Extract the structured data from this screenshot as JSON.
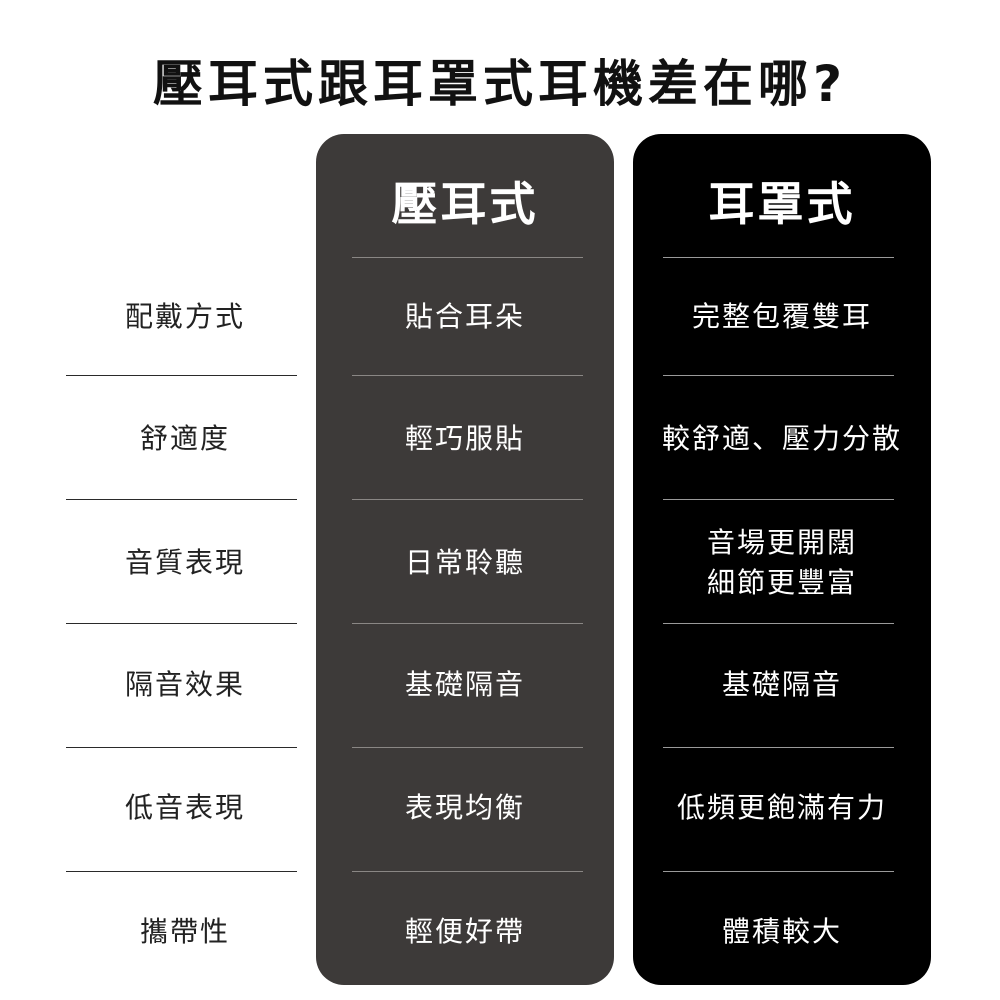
{
  "title": "壓耳式跟耳罩式耳機差在哪?",
  "columns": {
    "on_ear": "壓耳式",
    "over_ear": "耳罩式"
  },
  "rows": [
    {
      "label": "配戴方式",
      "on_ear": "貼合耳朵",
      "over_ear": "完整包覆雙耳"
    },
    {
      "label": "舒適度",
      "on_ear": "輕巧服貼",
      "over_ear": "較舒適、壓力分散"
    },
    {
      "label": "音質表現",
      "on_ear": "日常聆聽",
      "over_ear": "音場更開闊\n細節更豐富"
    },
    {
      "label": "隔音效果",
      "on_ear": "基礎隔音",
      "over_ear": "基礎隔音"
    },
    {
      "label": "低音表現",
      "on_ear": "表現均衡",
      "over_ear": "低頻更飽滿有力"
    },
    {
      "label": "攜帶性",
      "on_ear": "輕便好帶",
      "over_ear": "體積較大"
    }
  ],
  "colors": {
    "on_ear_bg": "#3d3a39",
    "over_ear_bg": "#000000"
  }
}
